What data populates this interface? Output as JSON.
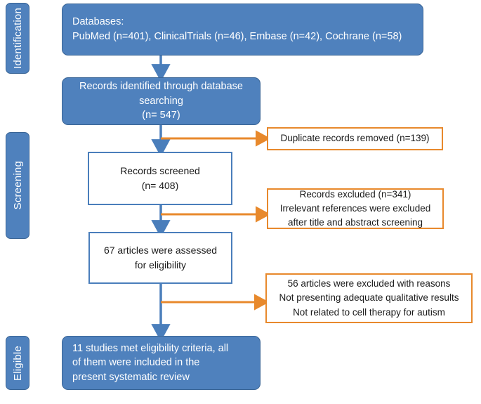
{
  "diagram": {
    "title": "PRISMA flow diagram",
    "colors": {
      "blue_fill": "#4f81bd",
      "blue_border": "#3a6596",
      "blue_outline": "#4a7ebb",
      "orange_border": "#e8892c",
      "arrow_blue": "#4a7ebb",
      "arrow_orange": "#e8892c",
      "text_light": "#ffffff",
      "text_dark": "#1a1a1a",
      "background": "#ffffff"
    }
  },
  "stages": [
    {
      "id": "identification",
      "label": "Identification"
    },
    {
      "id": "screening",
      "label": "Screening"
    },
    {
      "id": "eligible",
      "label": "Eligible"
    }
  ],
  "nodes": {
    "databases": {
      "kind": "blue",
      "lines": [
        "Databases:",
        "PubMed (n=401), ClinicalTrials (n=46), Embase (n=42), Cochrane (n=58)"
      ]
    },
    "records_identified": {
      "kind": "blue",
      "lines": [
        "Records identified through database",
        "searching",
        "(n= 547)"
      ]
    },
    "records_screened": {
      "kind": "white",
      "lines": [
        "Records screened",
        "(n= 408)"
      ]
    },
    "articles_assessed": {
      "kind": "white",
      "lines": [
        "67 articles were assessed",
        "for eligibility"
      ]
    },
    "studies_included": {
      "kind": "blue",
      "lines": [
        "11 studies met eligibility criteria, all",
        "of them were included in the",
        "present systematic review"
      ]
    },
    "duplicates_removed": {
      "kind": "orange",
      "lines": [
        "Duplicate records removed (n=139)"
      ]
    },
    "records_excluded": {
      "kind": "orange",
      "lines": [
        "Records excluded (n=341)",
        "Irrelevant references were excluded",
        "after title and abstract screening"
      ]
    },
    "articles_excluded": {
      "kind": "orange",
      "lines": [
        "56 articles were excluded with reasons",
        "Not presenting adequate qualitative results",
        "Not related to cell therapy for autism"
      ]
    }
  },
  "chart_data": {
    "type": "diagram",
    "subtype": "prisma-flow",
    "counts": {
      "pubmed": 401,
      "clinicaltrials": 46,
      "embase": 42,
      "cochrane": 58,
      "records_identified": 547,
      "duplicates_removed": 139,
      "records_screened": 408,
      "records_excluded": 341,
      "articles_assessed": 67,
      "articles_excluded": 56,
      "studies_included": 11
    },
    "flow": [
      {
        "from": "databases",
        "to": "records_identified",
        "kind": "down"
      },
      {
        "from": "records_identified",
        "to": "duplicates_removed",
        "kind": "right"
      },
      {
        "from": "records_identified",
        "to": "records_screened",
        "kind": "down"
      },
      {
        "from": "records_screened",
        "to": "records_excluded",
        "kind": "right"
      },
      {
        "from": "records_screened",
        "to": "articles_assessed",
        "kind": "down"
      },
      {
        "from": "articles_assessed",
        "to": "articles_excluded",
        "kind": "right"
      },
      {
        "from": "articles_assessed",
        "to": "studies_included",
        "kind": "down"
      }
    ]
  }
}
